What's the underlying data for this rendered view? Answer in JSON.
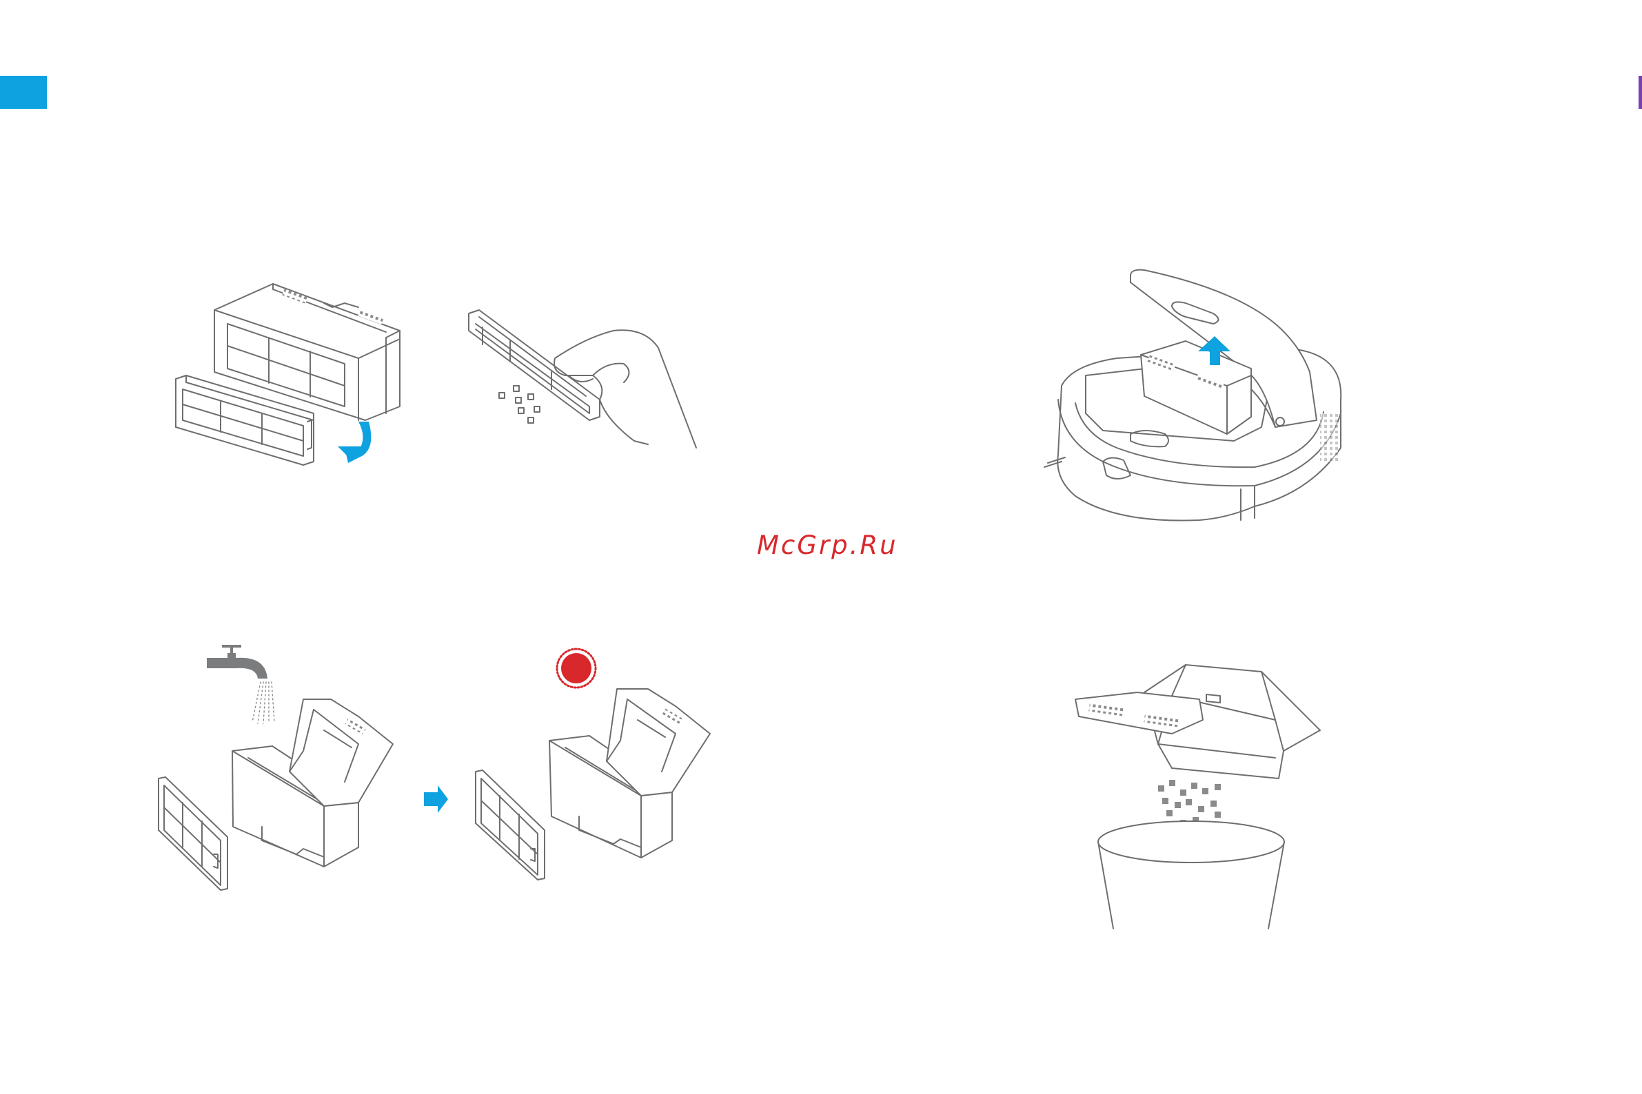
{
  "page": {
    "watermark": "McGrp.Ru"
  },
  "colors": {
    "accent_blue": "#0fa2e0",
    "sun_red": "#d8282c",
    "line_gray": "#6d6e70",
    "page_tab_right": "#7a3fb8"
  },
  "illustrations": [
    {
      "name": "filter-removal-illustration",
      "icon": "filter-and-frame"
    },
    {
      "name": "tap-dust-off-filter-illustration",
      "icon": "hand-tapping-filter"
    },
    {
      "name": "rinse-dustbin-illustration",
      "icon": "faucet-and-dustbin"
    },
    {
      "name": "sun-dry-dustbin-illustration",
      "icon": "sun-and-dustbin"
    },
    {
      "name": "robot-remove-dustbin-illustration",
      "icon": "robot-vacuum-open-lid"
    },
    {
      "name": "empty-dustbin-illustration",
      "icon": "dustbin-over-trash-can"
    }
  ]
}
